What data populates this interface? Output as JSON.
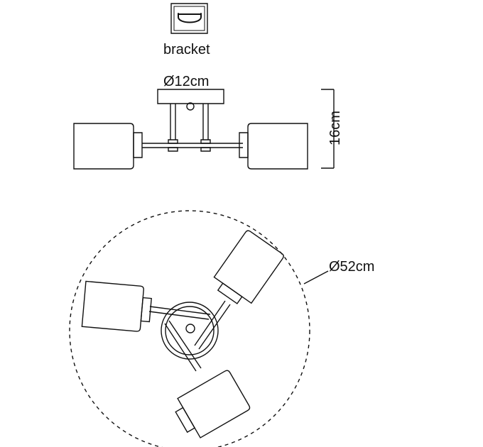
{
  "bracket": {
    "label": "bracket"
  },
  "dimensions": {
    "bracket_diameter": "Ø12cm",
    "height": "16cm",
    "overall_diameter": "Ø52cm"
  },
  "icons": {
    "bracket_icon": "bracket-icon"
  },
  "colors": {
    "line": "#111111",
    "background": "#ffffff"
  }
}
